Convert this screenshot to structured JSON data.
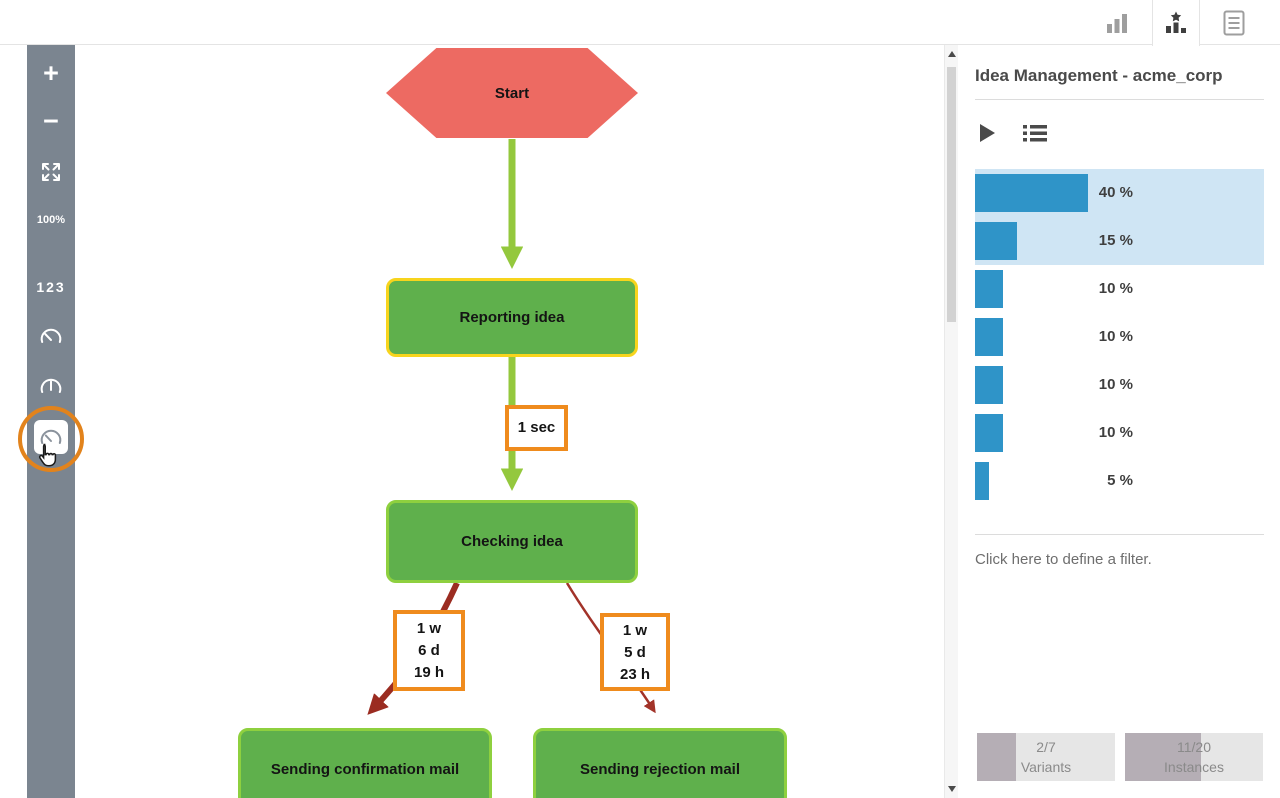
{
  "topbar": {
    "tabs": [
      {
        "id": "charts",
        "icon": "bar-chart-icon",
        "active": false
      },
      {
        "id": "analysis",
        "icon": "star-analysis-icon",
        "active": true
      },
      {
        "id": "log",
        "icon": "document-log-icon",
        "active": false
      }
    ]
  },
  "toolbar": {
    "zoom_in_label": "+",
    "zoom_out_label": "−",
    "zoom_level": "100%",
    "frequency_label": "123",
    "icons": [
      "fit-screen-icon",
      "gauge-icon-1",
      "gauge-icon-2",
      "gauge-icon-3"
    ]
  },
  "diagram": {
    "nodes": {
      "start": {
        "label": "Start",
        "shape": "hexagon"
      },
      "reporting": {
        "label": "Reporting idea",
        "highlighted": true
      },
      "checking": {
        "label": "Checking idea"
      },
      "confirmation": {
        "label": "Sending confirmation mail"
      },
      "rejection": {
        "label": "Sending rejection mail"
      }
    },
    "edge_labels": {
      "reporting_to_checking": "1 sec",
      "checking_to_confirmation": [
        "1 w",
        "6 d",
        "19 h"
      ],
      "checking_to_rejection": [
        "1 w",
        "5 d",
        "23 h"
      ]
    },
    "colors": {
      "start_fill": "#ed6a62",
      "activity_fill": "#5fb04c",
      "activity_border": "#8ed03f",
      "highlight_border": "#f7d41d",
      "flow_green": "#94c83d",
      "flow_red_thick": "#9b2c21",
      "flow_red_thin": "#a23329",
      "label_border": "#ef8b1d",
      "ring_orange": "#e2831c"
    }
  },
  "right_panel": {
    "title": "Idea Management - acme_corp",
    "icons": [
      "play-icon",
      "variant-list-icon"
    ],
    "variants_chart": {
      "type": "bar",
      "values_pct": [
        40,
        15,
        10,
        10,
        10,
        10,
        5
      ],
      "labels": [
        "40 %",
        "15 %",
        "10 %",
        "10 %",
        "10 %",
        "10 %",
        "5 %"
      ],
      "selected_rows": [
        0,
        1
      ],
      "bar_color": "#2f94c8",
      "selection_color": "#cfe5f4"
    },
    "filter_hint": "Click here to define a filter.",
    "stats": {
      "variants": {
        "value": "2/7",
        "label": "Variants",
        "fill_fraction": 0.286
      },
      "instances": {
        "value": "11/20",
        "label": "Instances",
        "fill_fraction": 0.55
      }
    }
  }
}
